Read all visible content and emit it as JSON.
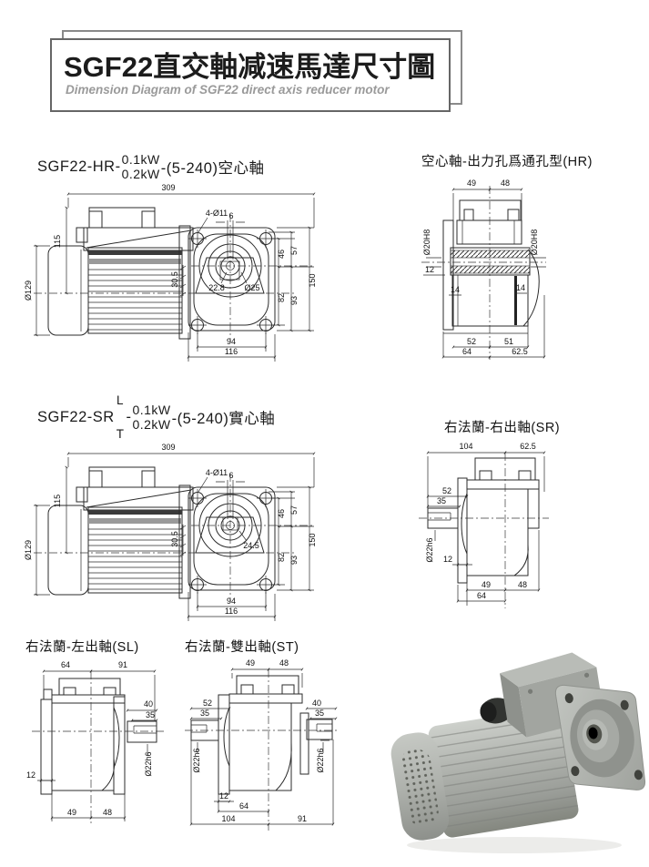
{
  "title_block": {
    "title": "SGF22直交軸减速馬達尺寸圖",
    "subtitle": "Dimension Diagram of SGF22 direct axis reducer motor"
  },
  "hr": {
    "model_prefix": "SGF22-HR-",
    "kw_top": "0.1kW",
    "kw_bottom": "0.2kW",
    "model_suffix": "-(5-240)空心軸",
    "d": {
      "len309": "309",
      "h115": "115",
      "dia129": "Ø129",
      "bolt": "4-Ø11",
      "key6": "6",
      "d46": "46",
      "d57": "57",
      "d305": "30.5",
      "d228": "22.8",
      "dia25": "Ø25",
      "d82": "82",
      "d93": "93",
      "d150": "150",
      "d94": "94",
      "d116": "116"
    }
  },
  "hr_view": {
    "title": "空心軸-出力孔爲通孔型(HR)",
    "d": {
      "d49": "49",
      "d48": "48",
      "dia20l": "Ø20H8",
      "dia20r": "Ø20H8",
      "d12": "12",
      "d14l": "14",
      "d14r": "14",
      "d52": "52",
      "d51": "51",
      "d64": "64",
      "d625": "62.5"
    }
  },
  "sr": {
    "model_prefix": "SGF22-SR",
    "variant_top": "L",
    "variant_bottom": "T",
    "dash": "-",
    "kw_top": "0.1kW",
    "kw_bottom": "0.2kW",
    "model_suffix": "-(5-240)實心軸",
    "d": {
      "len309": "309",
      "h115": "115",
      "dia129": "Ø129",
      "bolt": "4-Ø11",
      "key6": "6",
      "d46": "46",
      "d57": "57",
      "d305": "30.5",
      "d245": "24.5",
      "d82": "82",
      "d93": "93",
      "d150": "150",
      "d94": "94",
      "d116": "116"
    }
  },
  "sr_view": {
    "title": "右法蘭-右出軸(SR)",
    "d": {
      "d104": "104",
      "d625": "62.5",
      "d52": "52",
      "d35": "35",
      "dia22": "Ø22h6",
      "d12": "12",
      "d49": "49",
      "d48": "48",
      "d64": "64"
    }
  },
  "sl_view": {
    "title": "右法蘭-左出軸(SL)",
    "d": {
      "d64": "64",
      "d91": "91",
      "d40": "40",
      "d35": "35",
      "dia22": "Ø22h6",
      "d12": "12",
      "d49": "49",
      "d48": "48"
    }
  },
  "st_view": {
    "title": "右法蘭-雙出軸(ST)",
    "d": {
      "d49": "49",
      "d48": "48",
      "d52": "52",
      "d35l": "35",
      "d40": "40",
      "d35r": "35",
      "dia22l": "Ø22h6",
      "dia22r": "Ø22h6",
      "d12": "12",
      "d64": "64",
      "d104": "104",
      "d91": "91"
    }
  }
}
